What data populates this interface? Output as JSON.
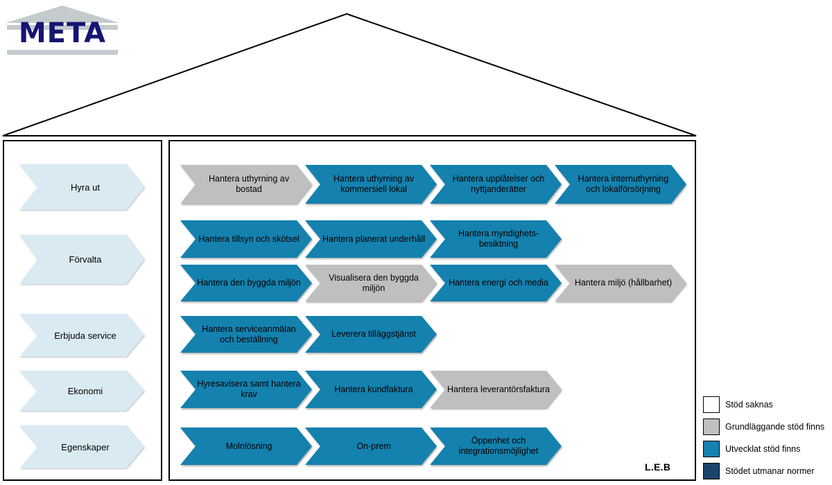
{
  "logo": {
    "text": "META",
    "pediment_color": "#C3CBCD",
    "text_color": "#151573"
  },
  "roof": {
    "shape": "triangle",
    "stroke_color": "#000000"
  },
  "signature": "L.E.B",
  "colors": {
    "teal": "#1481AE",
    "gray": "#BFBFBF",
    "white": "#FFFFFF",
    "navy": "#1B4469",
    "category_fill": "#DAEAF2",
    "outline": "#000000"
  },
  "categories": [
    {
      "label": "Hyra ut"
    },
    {
      "label": "Förvalta"
    },
    {
      "label": "Erbjuda service"
    },
    {
      "label": "Ekonomi"
    },
    {
      "label": "Egenskaper"
    }
  ],
  "capability_rows": [
    {
      "row": 1,
      "items": [
        {
          "label": "Hantera uthyrning av bostad",
          "status": "gray"
        },
        {
          "label": "Hantera uthyrning av kommersiell lokal",
          "status": "teal"
        },
        {
          "label": "Hantera upplåtelser och nyttjanderätter",
          "status": "teal"
        },
        {
          "label": "Hantera internuthyrning och lokalförsörjning",
          "status": "teal"
        }
      ]
    },
    {
      "row": 2,
      "items": [
        {
          "label": "Hantera tillsyn och skötsel",
          "status": "teal"
        },
        {
          "label": "Hantera planerat underhåll",
          "status": "teal"
        },
        {
          "label": "Hantera myndighets-besiktning",
          "status": "teal"
        }
      ]
    },
    {
      "row": 3,
      "items": [
        {
          "label": "Hantera den byggda miljön",
          "status": "teal"
        },
        {
          "label": "Visualisera den byggda miljön",
          "status": "gray"
        },
        {
          "label": "Hantera energi och media",
          "status": "teal"
        },
        {
          "label": "Hantera miljö (hållbarhet)",
          "status": "gray"
        }
      ]
    },
    {
      "row": 4,
      "items": [
        {
          "label": "Hantera serviceanmälan och beställning",
          "status": "teal"
        },
        {
          "label": "Leverera tilläggstjänst",
          "status": "teal"
        }
      ]
    },
    {
      "row": 5,
      "items": [
        {
          "label": "Hyresavisera samt hantera krav",
          "status": "teal"
        },
        {
          "label": "Hantera kundfaktura",
          "status": "teal"
        },
        {
          "label": "Hantera leverantörsfaktura",
          "status": "gray"
        }
      ]
    },
    {
      "row": 6,
      "items": [
        {
          "label": "Molnlösning",
          "status": "teal"
        },
        {
          "label": "On-prem",
          "status": "teal"
        },
        {
          "label": "Öppenhet och integrationsmöjlighet",
          "status": "teal"
        }
      ]
    }
  ],
  "legend": {
    "items": [
      {
        "label": "Stöd saknas",
        "status": "white"
      },
      {
        "label": "Grundläggande stöd finns",
        "status": "gray"
      },
      {
        "label": "Utvecklat stöd finns",
        "status": "teal"
      },
      {
        "label": "Stödet utmanar normer",
        "status": "navy"
      }
    ]
  }
}
